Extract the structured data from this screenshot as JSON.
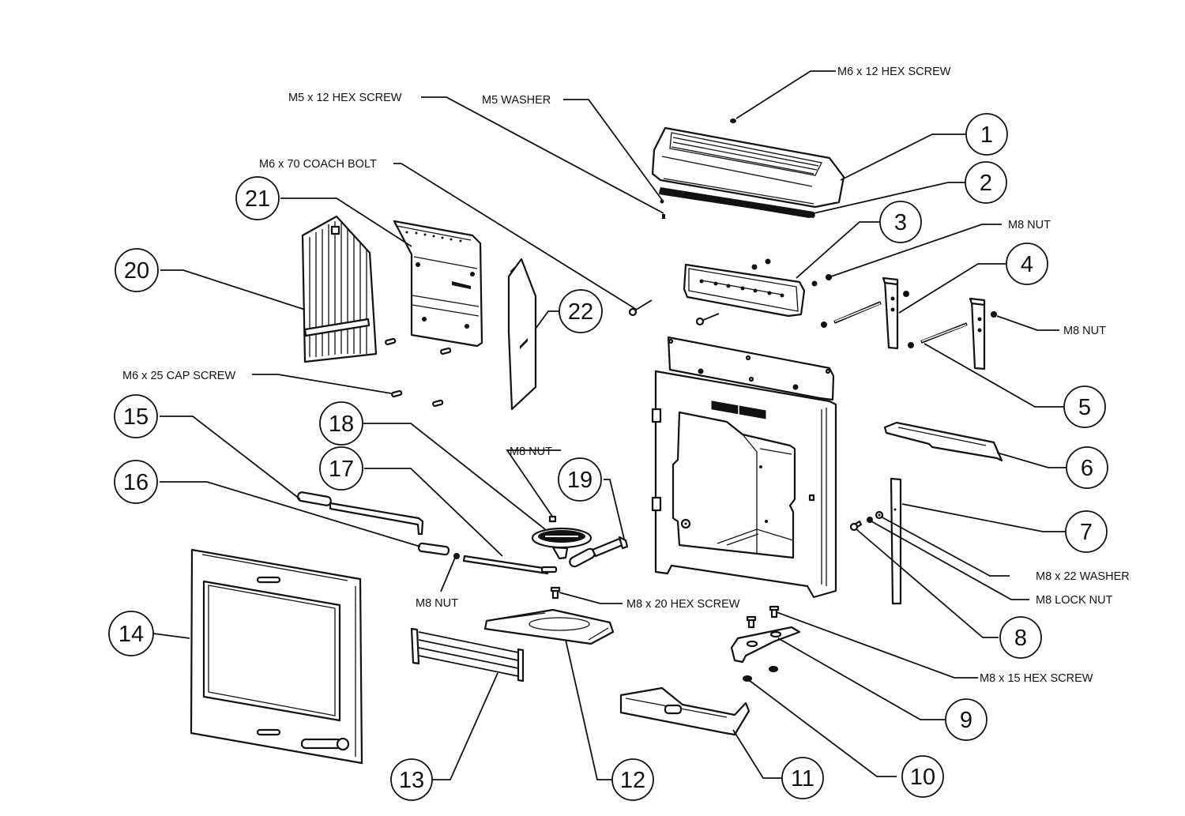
{
  "diagram": {
    "title": "Stove insert exploded parts diagram",
    "callouts": [
      {
        "id": "callout-1",
        "number": "1",
        "part": "top-grille-assembly"
      },
      {
        "id": "callout-2",
        "number": "2",
        "part": "grille-strip"
      },
      {
        "id": "callout-3",
        "number": "3",
        "part": "flue-box"
      },
      {
        "id": "callout-4",
        "number": "4",
        "part": "left-bracket-upright"
      },
      {
        "id": "callout-5",
        "number": "5",
        "part": "tie-rod"
      },
      {
        "id": "callout-6",
        "number": "6",
        "part": "baffle-plate"
      },
      {
        "id": "callout-7",
        "number": "7",
        "part": "side-strip"
      },
      {
        "id": "callout-8",
        "number": "8",
        "part": "side-screw"
      },
      {
        "id": "callout-9",
        "number": "9",
        "part": "foot-bracket"
      },
      {
        "id": "callout-10",
        "number": "10",
        "part": "foot-pad"
      },
      {
        "id": "callout-11",
        "number": "11",
        "part": "ash-lip"
      },
      {
        "id": "callout-12",
        "number": "12",
        "part": "grate-frame"
      },
      {
        "id": "callout-13",
        "number": "13",
        "part": "fire-bars"
      },
      {
        "id": "callout-14",
        "number": "14",
        "part": "front-door"
      },
      {
        "id": "callout-15",
        "number": "15",
        "part": "riddling-tool"
      },
      {
        "id": "callout-16",
        "number": "16",
        "part": "riddling-rod-handle"
      },
      {
        "id": "callout-17",
        "number": "17",
        "part": "riddling-rod"
      },
      {
        "id": "callout-18",
        "number": "18",
        "part": "round-grate"
      },
      {
        "id": "callout-19",
        "number": "19",
        "part": "riddler-handle"
      },
      {
        "id": "callout-20",
        "number": "20",
        "part": "back-brick"
      },
      {
        "id": "callout-21",
        "number": "21",
        "part": "back-plate"
      },
      {
        "id": "callout-22",
        "number": "22",
        "part": "side-brick"
      }
    ],
    "hardware_labels": [
      {
        "id": "hw-m6x12-hex",
        "text": "M6 x 12 HEX SCREW"
      },
      {
        "id": "hw-m5x12-hex",
        "text": "M5 x 12 HEX SCREW"
      },
      {
        "id": "hw-m5-washer",
        "text": "M5 WASHER"
      },
      {
        "id": "hw-m6x70-coach",
        "text": "M6 x 70 COACH BOLT"
      },
      {
        "id": "hw-m8-nut-top",
        "text": "M8 NUT"
      },
      {
        "id": "hw-m8-nut-right",
        "text": "M8 NUT"
      },
      {
        "id": "hw-m6x25-cap",
        "text": "M6 x 25 CAP SCREW"
      },
      {
        "id": "hw-m8-nut-mid",
        "text": "M8 NUT"
      },
      {
        "id": "hw-m8-nut-low",
        "text": "M8 NUT"
      },
      {
        "id": "hw-m8x20-hex",
        "text": "M8 x 20 HEX SCREW"
      },
      {
        "id": "hw-m8x22-washer",
        "text": "M8 x 22 WASHER"
      },
      {
        "id": "hw-m8-lock-nut",
        "text": "M8 LOCK NUT"
      },
      {
        "id": "hw-m8x15-hex",
        "text": "M8 x 15 HEX SCREW"
      }
    ]
  }
}
